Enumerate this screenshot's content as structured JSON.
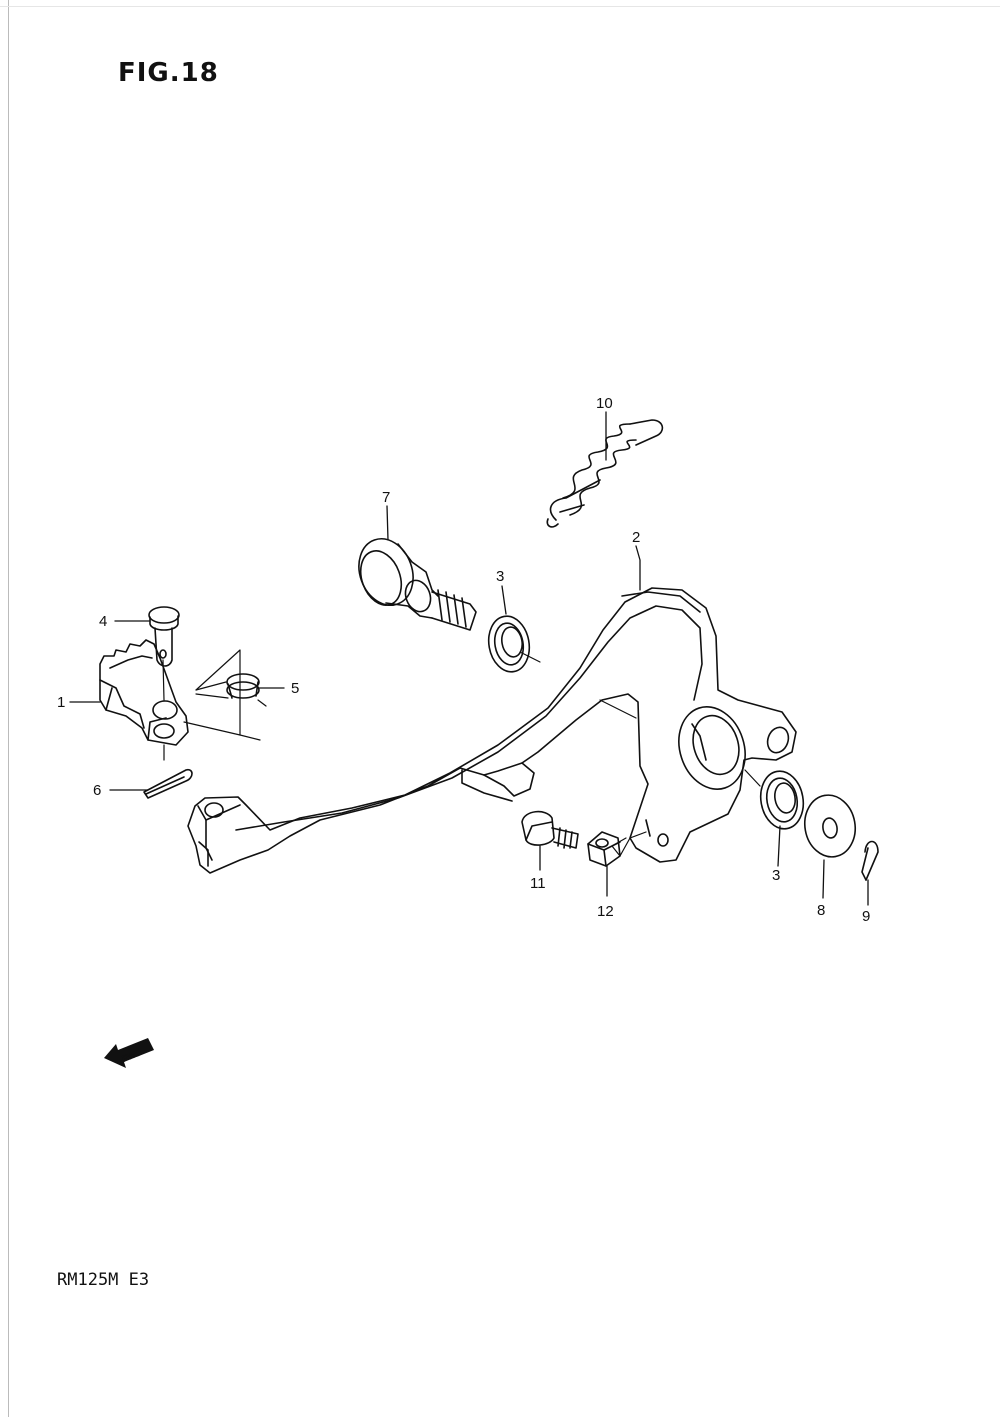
{
  "figure": {
    "title": "FIG.18",
    "model": "RM125M E3"
  },
  "fwd_arrow_text": "FWD",
  "callouts": [
    {
      "id": "callout-1",
      "label": "1"
    },
    {
      "id": "callout-2",
      "label": "2"
    },
    {
      "id": "callout-3a",
      "label": "3"
    },
    {
      "id": "callout-3b",
      "label": "3"
    },
    {
      "id": "callout-4",
      "label": "4"
    },
    {
      "id": "callout-5",
      "label": "5"
    },
    {
      "id": "callout-6",
      "label": "6"
    },
    {
      "id": "callout-7",
      "label": "7"
    },
    {
      "id": "callout-8",
      "label": "8"
    },
    {
      "id": "callout-9",
      "label": "9"
    },
    {
      "id": "callout-10",
      "label": "10"
    },
    {
      "id": "callout-11",
      "label": "11"
    },
    {
      "id": "callout-12",
      "label": "12"
    }
  ]
}
